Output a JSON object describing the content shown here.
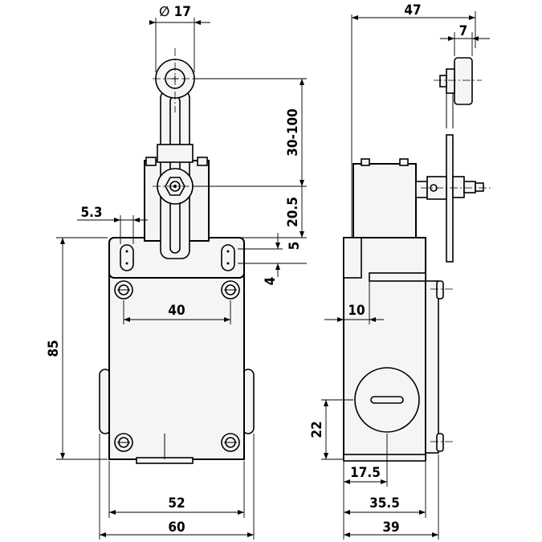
{
  "dimensions": {
    "roller_diameter": "17",
    "overall_depth": "47",
    "roller_width": "7",
    "lever_length": "30-100",
    "lever_pivot_height": "20.5",
    "mounting_slot_offset": "5.3",
    "slot_length": "5",
    "slot_spacing": "4",
    "hole_spacing_horizontal": "40",
    "body_height": "85",
    "body_width_inner": "52",
    "body_width": "60",
    "side_offset": "10",
    "cable_entry_height": "22",
    "cable_entry_offset": "17.5",
    "side_depth_inner": "35.5",
    "side_depth": "39"
  },
  "symbols": {
    "diameter": "∅"
  }
}
